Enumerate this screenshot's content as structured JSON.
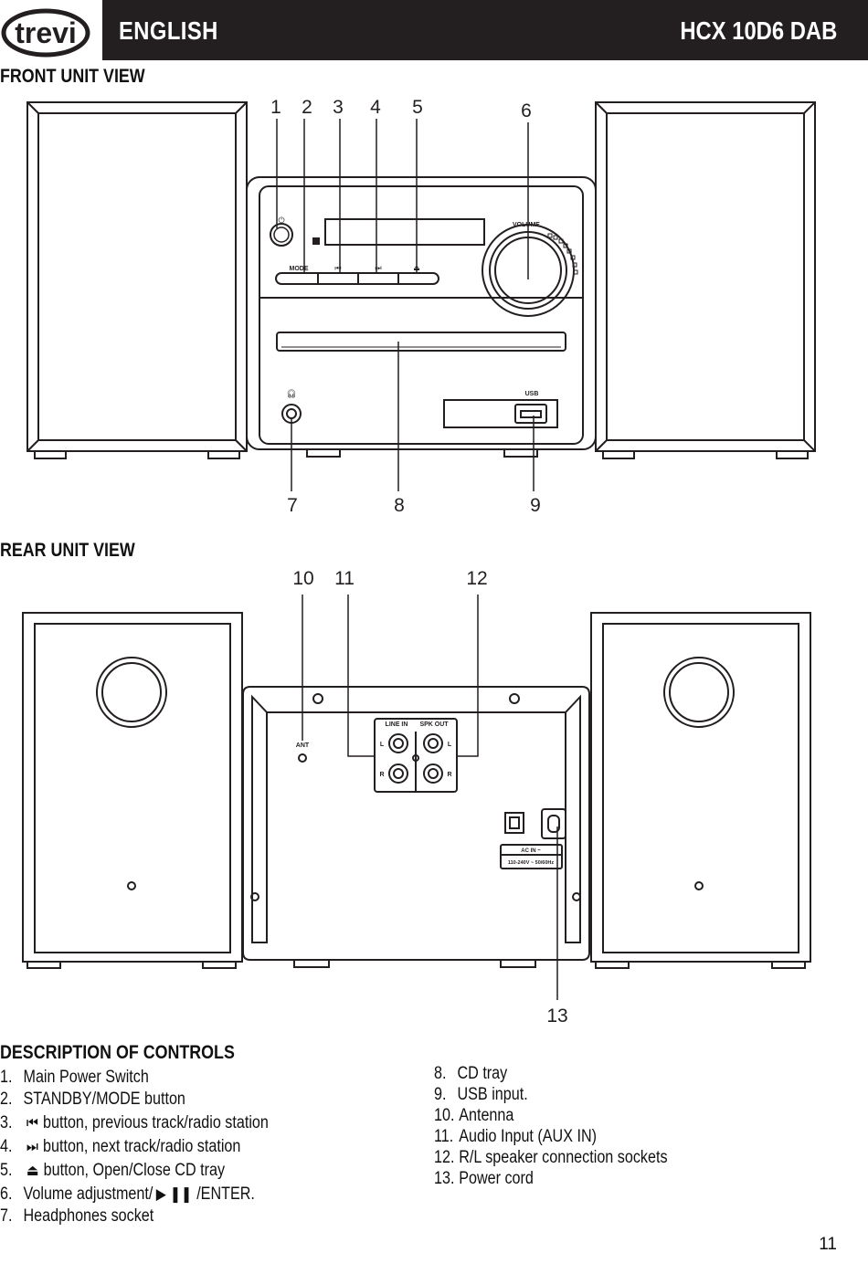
{
  "header": {
    "logo": "trevi",
    "language": "ENGLISH",
    "model": "HCX 10D6 DAB"
  },
  "front": {
    "title": "FRONT UNIT VIEW",
    "callouts": [
      "1",
      "2",
      "3",
      "4",
      "5",
      "6",
      "7",
      "8",
      "9"
    ],
    "labels": {
      "volume": "VOLUME",
      "mode": "MODE",
      "usb": "USB"
    }
  },
  "rear": {
    "title": "REAR UNIT VIEW",
    "callouts": [
      "10",
      "11",
      "12",
      "13"
    ],
    "labels": {
      "ant": "ANT",
      "line_in": "LINE IN",
      "spk_out": "SPK OUT",
      "l": "L",
      "r": "R",
      "ac_in": "AC IN ~",
      "ac_spec": "110-240V ~ 50/60Hz"
    }
  },
  "controls": {
    "title": "DESCRIPTION OF CONTROLS",
    "left": [
      {
        "num": "1.",
        "text": "Main Power Switch"
      },
      {
        "num": "2.",
        "text": "STANDBY/MODE button"
      },
      {
        "num": "3.",
        "glyph": "prev-icon",
        "text": "button, previous track/radio station"
      },
      {
        "num": "4.",
        "glyph": "next-icon",
        "text": "button, next track/radio station"
      },
      {
        "num": "5.",
        "glyph": "eject-icon",
        "text": "button, Open/Close CD tray"
      },
      {
        "num": "6.",
        "text": "Volume adjustment/",
        "glyph": "play-pause-icon",
        "text2": "/ENTER."
      },
      {
        "num": "7.",
        "text": "Headphones socket"
      }
    ],
    "right": [
      {
        "num": "8.",
        "text": "CD tray"
      },
      {
        "num": "9.",
        "text": "USB input."
      },
      {
        "num": "10.",
        "text": "Antenna"
      },
      {
        "num": "11.",
        "text": "Audio Input (AUX IN)"
      },
      {
        "num": "12.",
        "text": "R/L speaker connection sockets"
      },
      {
        "num": "13.",
        "text": "Power cord"
      }
    ]
  },
  "page_number": "11"
}
